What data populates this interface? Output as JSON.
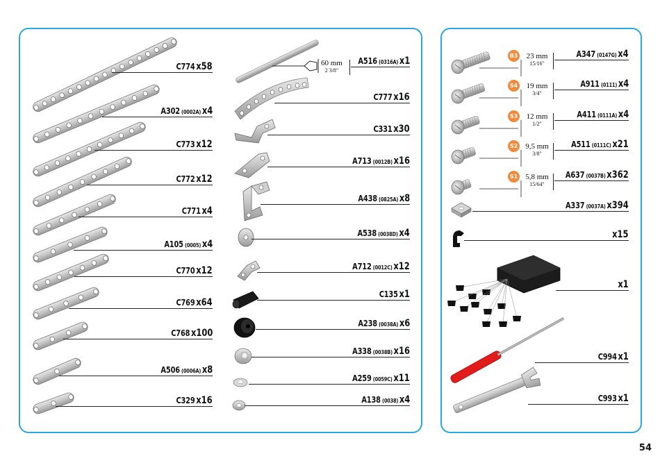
{
  "page_number": "54",
  "left_column": [
    {
      "code": "C774",
      "ref": "",
      "qty": "x58"
    },
    {
      "code": "A302",
      "ref": "(0002A)",
      "qty": "x4"
    },
    {
      "code": "C773",
      "ref": "",
      "qty": "x12"
    },
    {
      "code": "C772",
      "ref": "",
      "qty": "x12"
    },
    {
      "code": "C771",
      "ref": "",
      "qty": "x4"
    },
    {
      "code": "A105",
      "ref": "(0005)",
      "qty": "x4"
    },
    {
      "code": "C770",
      "ref": "",
      "qty": "x12"
    },
    {
      "code": "C769",
      "ref": "",
      "qty": "x64"
    },
    {
      "code": "C768",
      "ref": "",
      "qty": "x100"
    },
    {
      "code": "A506",
      "ref": "(0006A)",
      "qty": "x8"
    },
    {
      "code": "C329",
      "ref": "",
      "qty": "x16"
    }
  ],
  "middle_column": [
    {
      "code": "A516",
      "ref": "(0316A)",
      "qty": "x1"
    },
    {
      "code": "C777",
      "ref": "",
      "qty": "x16"
    },
    {
      "code": "C331",
      "ref": "",
      "qty": "x30"
    },
    {
      "code": "A713",
      "ref": "(0012B)",
      "qty": "x16"
    },
    {
      "code": "A438",
      "ref": "(0825A)",
      "qty": "x8"
    },
    {
      "code": "A538",
      "ref": "(0038D)",
      "qty": "x4"
    },
    {
      "code": "A712",
      "ref": "(0012C)",
      "qty": "x12"
    },
    {
      "code": "C135",
      "ref": "",
      "qty": "x1"
    },
    {
      "code": "A238",
      "ref": "(0038A)",
      "qty": "x6"
    },
    {
      "code": "A338",
      "ref": "(0038B)",
      "qty": "x16"
    },
    {
      "code": "A259",
      "ref": "(0059C)",
      "qty": "x11"
    },
    {
      "code": "A138",
      "ref": "(0038)",
      "qty": "x4"
    }
  ],
  "axle_dimension": {
    "metric": "60 mm",
    "imperial": "2 3/8\""
  },
  "screws": [
    {
      "badge": "B3",
      "metric": "23 mm",
      "imperial": "15/16\"",
      "code": "A347",
      "ref": "(0147G)",
      "qty": "x4"
    },
    {
      "badge": "S4",
      "metric": "19 mm",
      "imperial": "3/4\"",
      "code": "A911",
      "ref": "(0111)",
      "qty": "x4"
    },
    {
      "badge": "S3",
      "metric": "12 mm",
      "imperial": "1/2\"",
      "code": "A411",
      "ref": "(0111A)",
      "qty": "x4"
    },
    {
      "badge": "S2",
      "metric": "9,5 mm",
      "imperial": "3/8\"",
      "code": "A511",
      "ref": "(0111C)",
      "qty": "x21"
    },
    {
      "badge": "S1",
      "metric": "5,8 mm",
      "imperial": "15/64\"",
      "code": "A637",
      "ref": "(0037B)",
      "qty": "x362"
    }
  ],
  "right_other": [
    {
      "code": "A337",
      "ref": "(0037A)",
      "qty": "x394"
    },
    {
      "code": "",
      "ref": "",
      "qty": "x15"
    },
    {
      "code": "",
      "ref": "",
      "qty": "x1"
    },
    {
      "code": "C994",
      "ref": "",
      "qty": "x1"
    },
    {
      "code": "C993",
      "ref": "",
      "qty": "x1"
    }
  ]
}
